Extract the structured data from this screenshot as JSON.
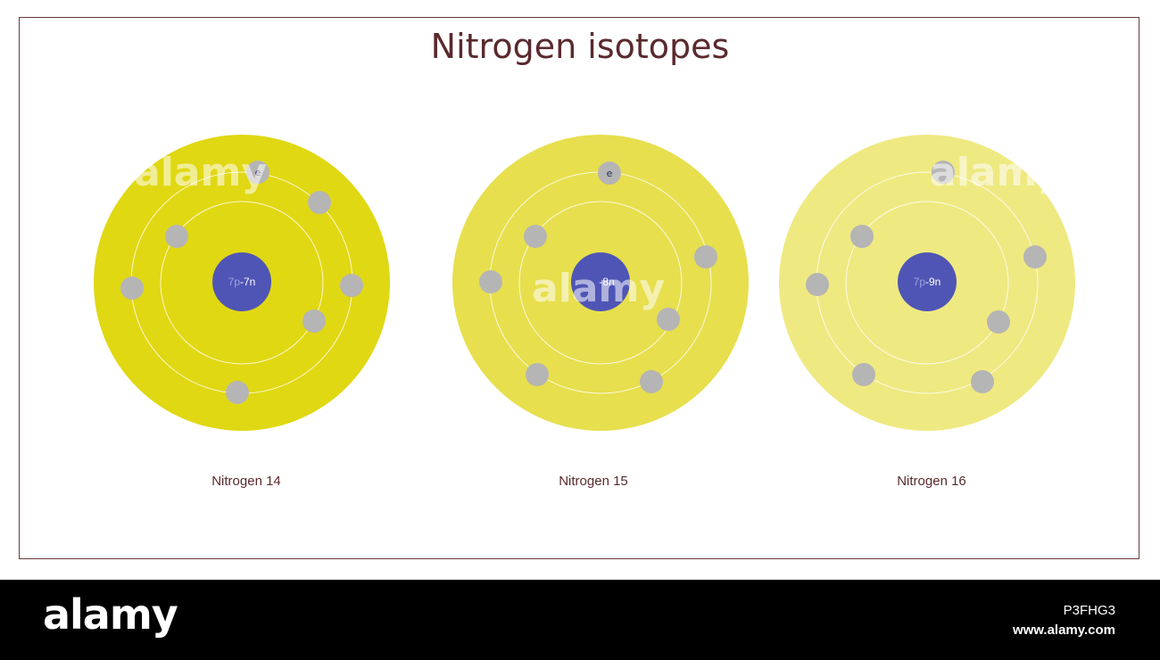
{
  "title": "Nitrogen isotopes",
  "colors": {
    "frame_border": "#6b3a3f",
    "title_text": "#5a2a2e",
    "nucleus": "#4f55b5",
    "electron": "#b5b5b5",
    "orbit_line": "#ffffff",
    "footer_bg": "#000000"
  },
  "atoms": [
    {
      "caption": "Nitrogen 14",
      "nucleus_protons": "7p",
      "nucleus_neutrons": "-7n",
      "disk_color": "#e0d813",
      "electron_count": 7,
      "electron_label": "e"
    },
    {
      "caption": "Nitrogen 15",
      "nucleus_protons": "",
      "nucleus_neutrons": "-8n",
      "disk_color": "#e7df4e",
      "electron_count": 7,
      "electron_label": "e"
    },
    {
      "caption": "Nitrogen 16",
      "nucleus_protons": "7p",
      "nucleus_neutrons": "-9n",
      "disk_color": "#efe982",
      "electron_count": 7,
      "electron_label": ""
    }
  ],
  "watermark": "alamy",
  "footer": {
    "logo": "alamy",
    "image_id": "P3FHG3",
    "url": "www.alamy.com"
  }
}
